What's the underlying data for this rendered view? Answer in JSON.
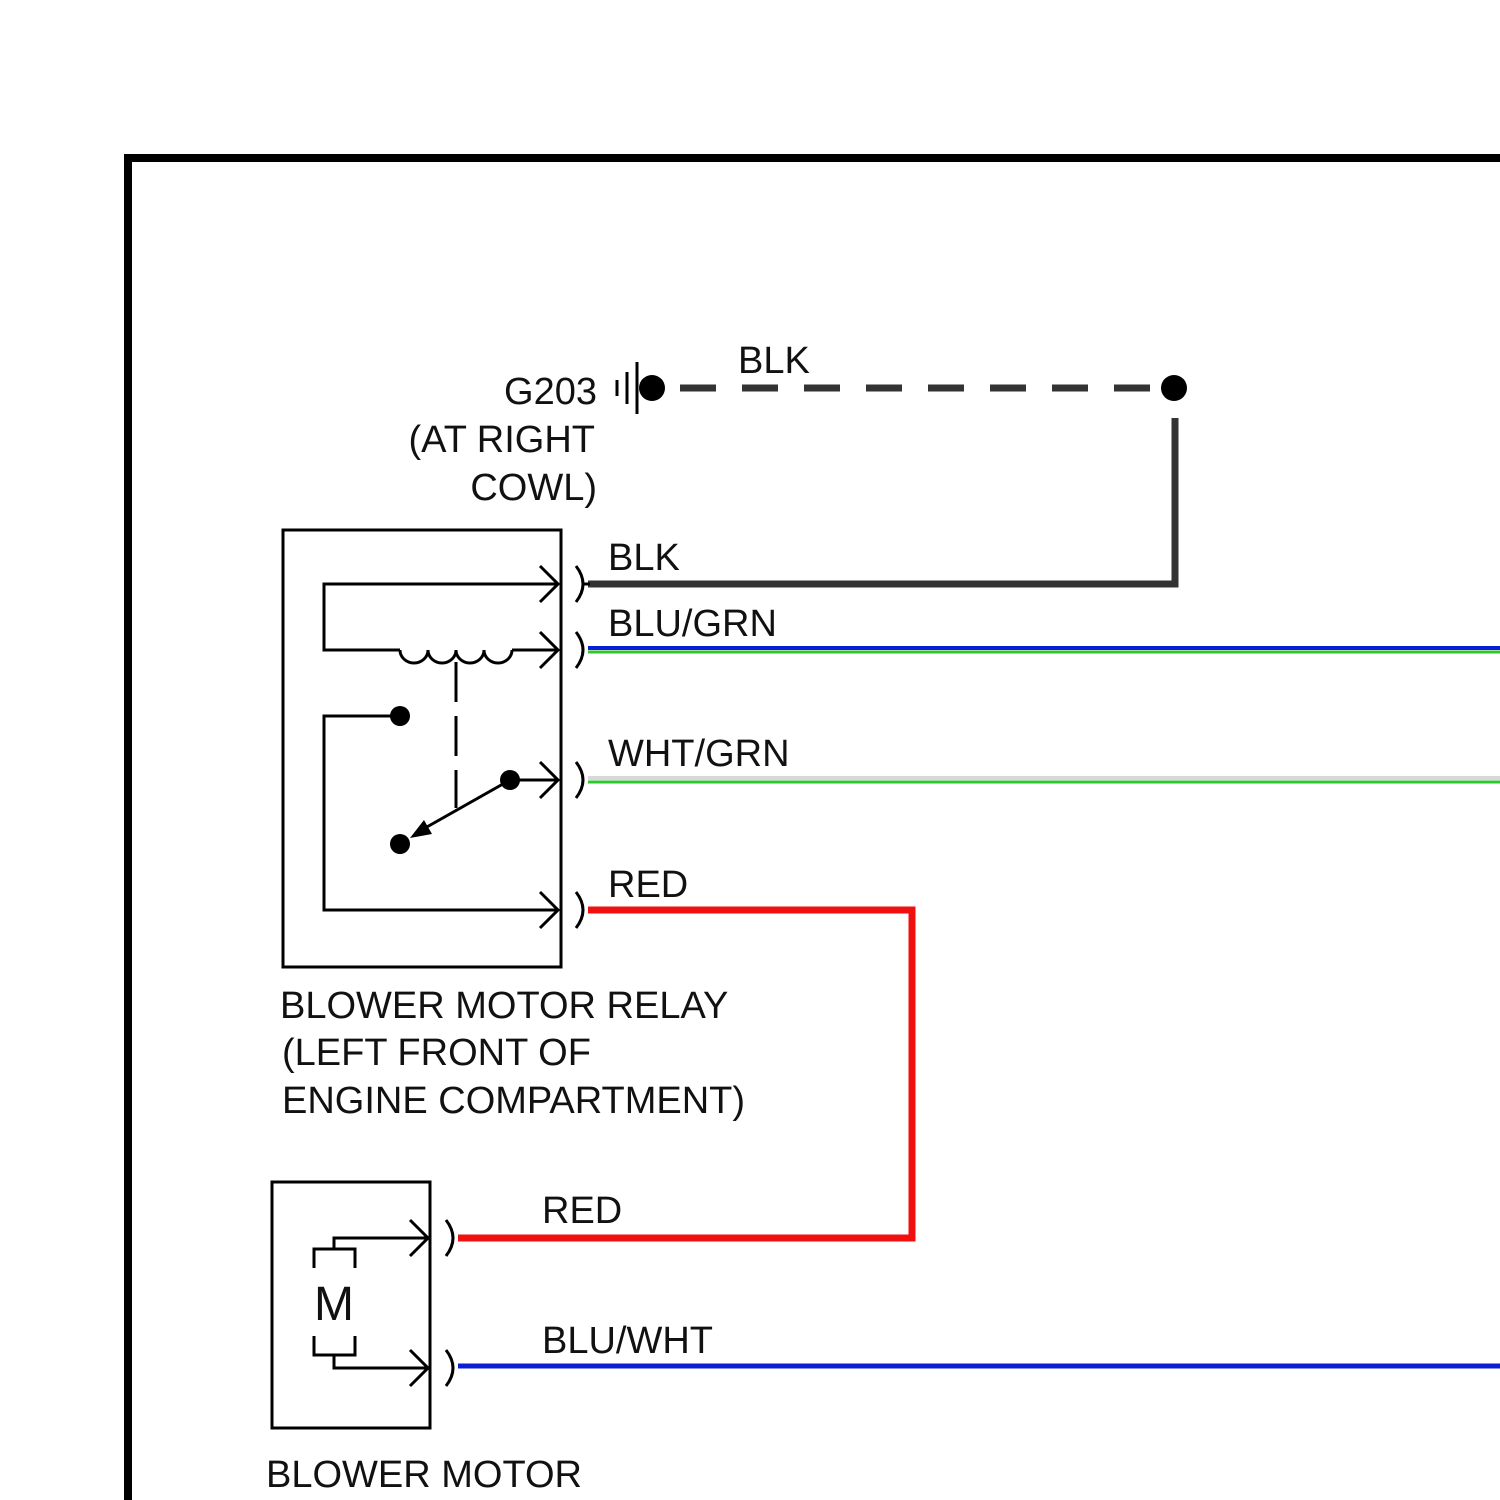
{
  "ground": {
    "id": "G203",
    "location_line1": "(AT RIGHT",
    "location_line2": "COWL)"
  },
  "wires": {
    "ground_blk": {
      "label": "BLK",
      "colors": [
        "#333333"
      ]
    },
    "relay_blk": {
      "label": "BLK",
      "colors": [
        "#333333"
      ]
    },
    "relay_blu_grn": {
      "label": "BLU/GRN",
      "colors": [
        "#0a1fd1",
        "#2fc72f"
      ]
    },
    "relay_wht_grn": {
      "label": "WHT/GRN",
      "colors": [
        "#d8d8d8",
        "#2fc72f"
      ]
    },
    "relay_red": {
      "label": "RED",
      "colors": [
        "#f01010"
      ]
    },
    "motor_red": {
      "label": "RED",
      "colors": [
        "#f01010"
      ]
    },
    "motor_blu_wht": {
      "label": "BLU/WHT",
      "colors": [
        "#0a1fd1"
      ]
    }
  },
  "relay": {
    "name_line1": "BLOWER MOTOR RELAY",
    "name_line2": "(LEFT FRONT OF",
    "name_line3": "ENGINE COMPARTMENT)"
  },
  "motor": {
    "symbol": "M",
    "name": "BLOWER MOTOR"
  }
}
